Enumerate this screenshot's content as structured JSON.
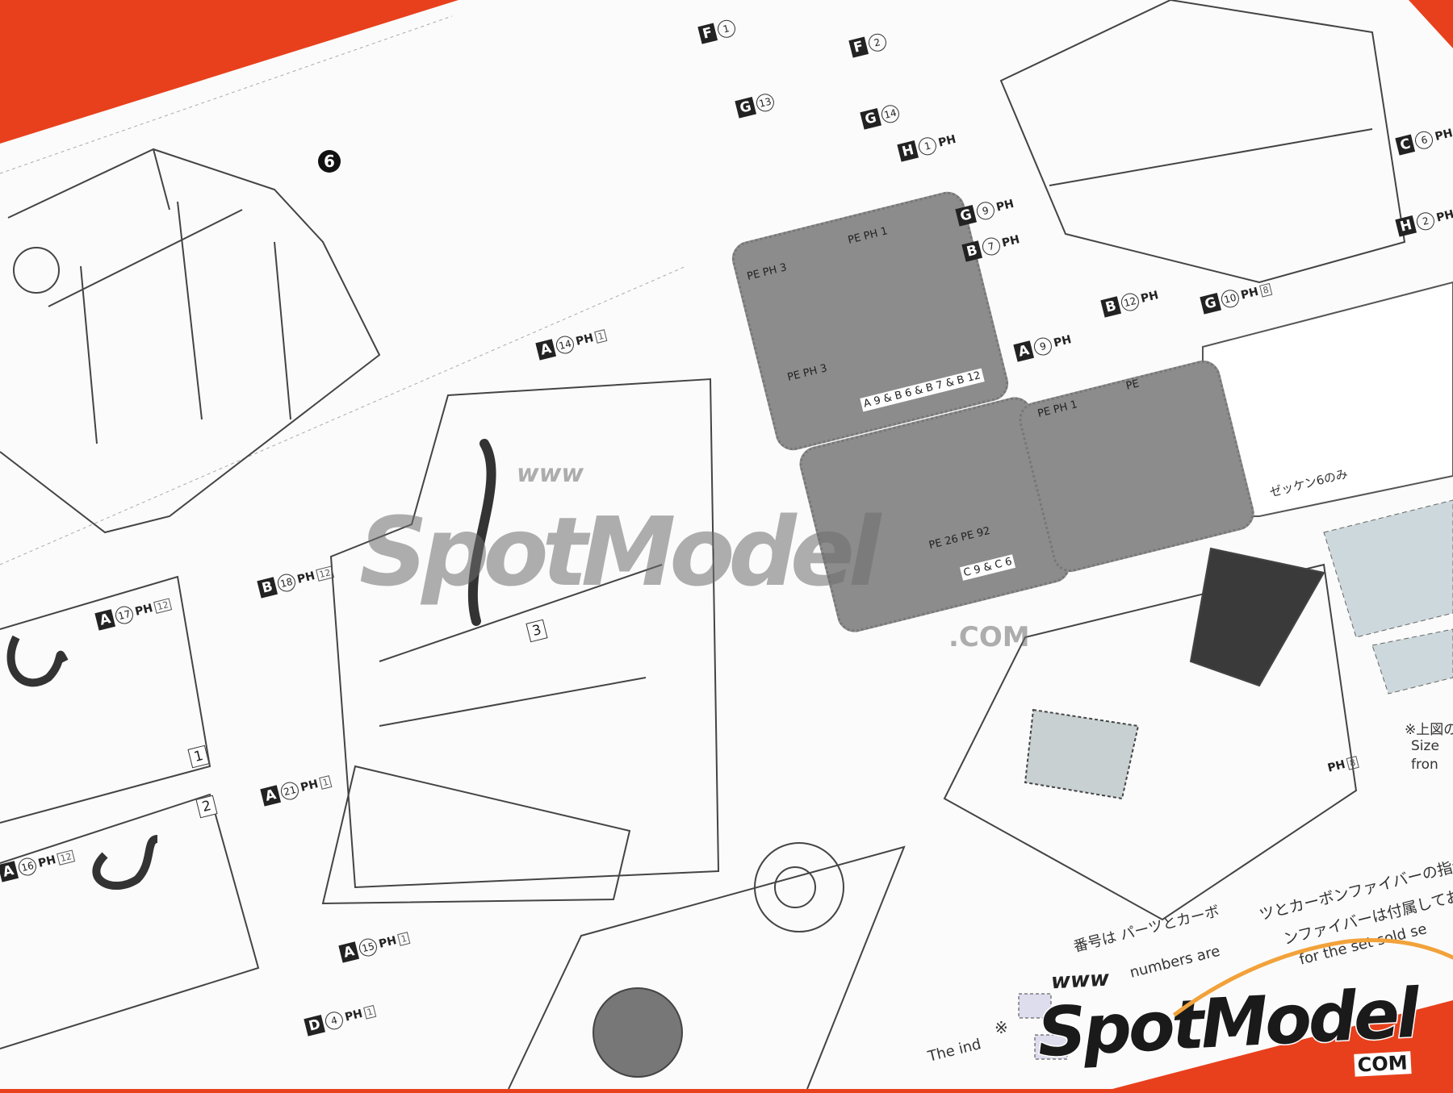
{
  "scene": {
    "paper_color": "#ffffff",
    "background_color": "#e8401c",
    "decal_panel_color": "#8c8c8c",
    "carbon_color": "#3a3a3a"
  },
  "step_number": "6",
  "box_numbers": [
    "1",
    "2",
    "3"
  ],
  "part_labels": [
    {
      "part": "A",
      "num": "14",
      "ph": "PH",
      "phn": "1"
    },
    {
      "part": "B",
      "num": "18",
      "ph": "PH",
      "phn": "12"
    },
    {
      "part": "A",
      "num": "17",
      "ph": "PH",
      "phn": "12"
    },
    {
      "part": "A",
      "num": "21",
      "ph": "PH",
      "phn": "1"
    },
    {
      "part": "A",
      "num": "16",
      "ph": "PH",
      "phn": "12"
    },
    {
      "part": "A",
      "num": "15",
      "ph": "PH",
      "phn": "1"
    },
    {
      "part": "D",
      "num": "4",
      "ph": "PH",
      "phn": "1"
    },
    {
      "part": "F",
      "num": "1",
      "ph": "",
      "phn": ""
    },
    {
      "part": "F",
      "num": "2",
      "ph": "",
      "phn": ""
    },
    {
      "part": "G",
      "num": "13",
      "ph": "",
      "phn": ""
    },
    {
      "part": "G",
      "num": "14",
      "ph": "",
      "phn": ""
    },
    {
      "part": "H",
      "num": "1",
      "ph": "PH",
      "phn": ""
    },
    {
      "part": "G",
      "num": "9",
      "ph": "PH",
      "phn": ""
    },
    {
      "part": "B",
      "num": "7",
      "ph": "PH",
      "phn": ""
    },
    {
      "part": "A",
      "num": "9",
      "ph": "PH",
      "phn": ""
    },
    {
      "part": "B",
      "num": "12",
      "ph": "PH",
      "phn": ""
    },
    {
      "part": "G",
      "num": "10",
      "ph": "PH",
      "phn": "8"
    },
    {
      "part": "C",
      "num": "6",
      "ph": "PH",
      "phn": ""
    },
    {
      "part": "H",
      "num": "2",
      "ph": "PH",
      "phn": ""
    }
  ],
  "ph8_label": {
    "ph": "PH",
    "phn": "8"
  },
  "panels": {
    "panel1_labels": [
      "PE PH 3",
      "PE PH 1",
      "PE PH 3"
    ],
    "panel1_footer": "A 9 & B 6 & B 7 & B 12",
    "panel2_footer": "PE 26 PE 92",
    "panel2_parts": "C 9 & C 6",
    "panel3_labels": [
      "PE PH 1",
      "PE"
    ]
  },
  "texts": {
    "number_only": "ゼッケン6のみ",
    "note_jp": "※上図の",
    "note_en1": "Size",
    "note_en2": "fron",
    "bottom_jp1": "ツとカーボンファイバーの指示",
    "bottom_jp2": "ンファイバーは付属してお",
    "bottom_en1": "for the set sold se",
    "bottom_jp3": "番号は パーツとカーボ",
    "bottom_en2": "numbers are",
    "bottom_en3": "The ind",
    "asterisk": "※"
  },
  "watermark_center": {
    "www": "www",
    "brand": "SpotModel",
    "com": ".COM"
  },
  "watermark_logo": {
    "www": "www",
    "brand": "SpotModel",
    "com": "COM",
    "accent": "#f2a23a"
  }
}
